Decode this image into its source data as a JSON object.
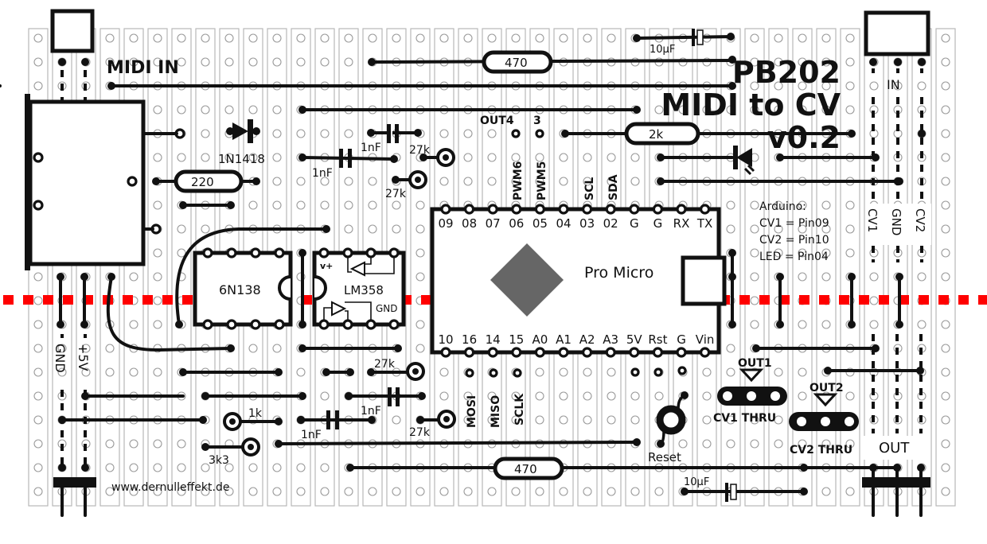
{
  "title": {
    "line1": "PB202",
    "line2": "MIDI to CV",
    "line3": "v0.2"
  },
  "website": "www.dernulleffekt.de",
  "colors": {
    "board_bg": "#ffffff",
    "strip_outline": "#b8b8b8",
    "trace": "#111111",
    "track_cut": "#ff0000",
    "chip_fill": "#666666"
  },
  "labels": {
    "midi_in": "MIDI IN",
    "power_gnd": "GND",
    "power_5v": "+5V",
    "out_header": "OUT",
    "in_header": "IN",
    "in_pins": [
      "CV1",
      "GND",
      "CV2"
    ],
    "cv1_thru": "CV1 THRU",
    "cv2_thru": "CV2 THRU",
    "out1": "OUT1",
    "out2": "OUT2",
    "reset": "Reset",
    "out4": "OUT4",
    "out3": "3",
    "pwm6": "PWM6",
    "pwm5": "PWM5",
    "scl": "SCL",
    "sda": "SDA",
    "mosi": "MOSI",
    "miso": "MISO",
    "sclk": "SCLK"
  },
  "arduino_note": [
    "Arduino:",
    "CV1 = Pin09",
    "CV2 = Pin10",
    "LED = Pin04"
  ],
  "pro_micro": {
    "name": "Pro Micro",
    "top_pins": [
      "09",
      "08",
      "07",
      "06",
      "05",
      "04",
      "03",
      "02",
      "G",
      "G",
      "RX",
      "TX"
    ],
    "bottom_pins": [
      "10",
      "16",
      "14",
      "15",
      "A0",
      "A1",
      "A2",
      "A3",
      "5V",
      "Rst",
      "G",
      "Vin"
    ]
  },
  "ics": {
    "optocoupler": "6N138",
    "opamp": "LM358",
    "opamp_vplus": "v+",
    "opamp_gnd": "GND"
  },
  "components": {
    "diode": "1N1418",
    "r_220": "220",
    "r_470_top": "470",
    "r_470_bottom": "470",
    "r_2k": "2k",
    "c_10uf_top": "10µF",
    "c_10uf_bottom": "10µF",
    "c_1nf_a": "1nF",
    "c_1nf_b": "1nF",
    "c_1nf_c": "1nF",
    "c_1nf_d": "1nF",
    "trim_27k_a": "27k",
    "trim_27k_b": "27k",
    "trim_27k_c": "27k",
    "trim_27k_d": "27k",
    "trim_1k": "1k",
    "trim_3k3": "3k3"
  }
}
